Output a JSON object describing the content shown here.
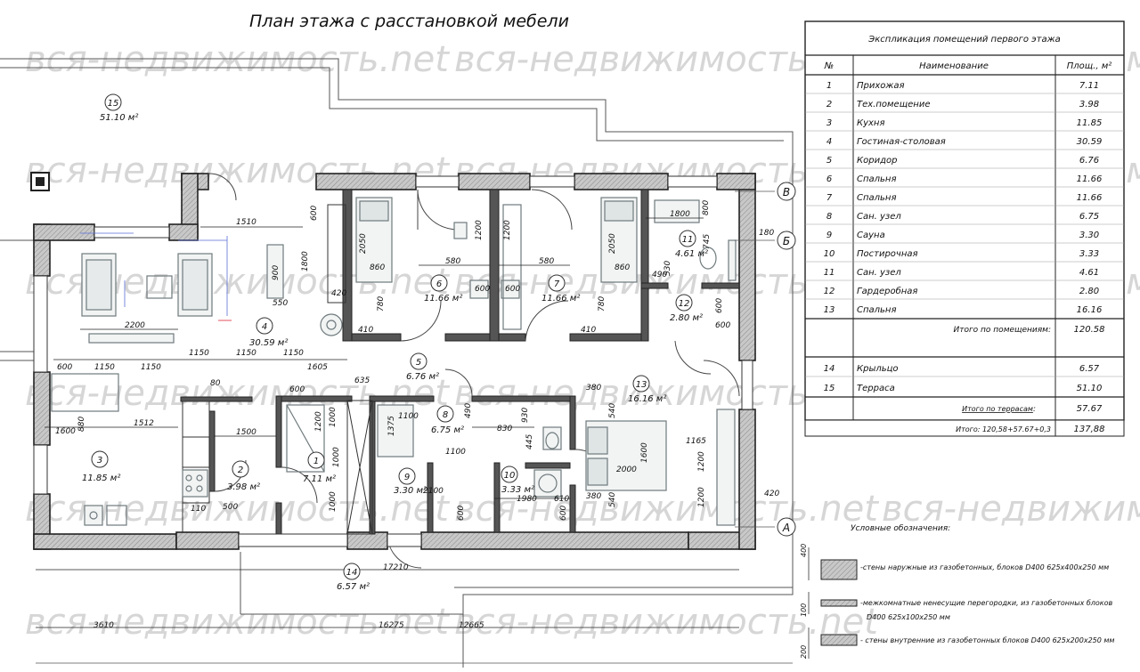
{
  "title": "План этажа с расстановкой мебели",
  "watermark": "вся-недвижимость.net",
  "axes": {
    "a": "A",
    "b": "Б",
    "v": "В"
  },
  "rooms": [
    {
      "num": "1",
      "area": "7.11 м²"
    },
    {
      "num": "2",
      "area": "3.98 м²"
    },
    {
      "num": "3",
      "area": "11.85 м²"
    },
    {
      "num": "4",
      "area": "30.59 м²"
    },
    {
      "num": "5",
      "area": "6.76 м²"
    },
    {
      "num": "6",
      "area": "11.66 м²"
    },
    {
      "num": "7",
      "area": "11.66 м²"
    },
    {
      "num": "8",
      "area": "6.75 м²"
    },
    {
      "num": "9",
      "area": "3.30 м²"
    },
    {
      "num": "10",
      "area": "3.33 м²"
    },
    {
      "num": "11",
      "area": "4.61 м²"
    },
    {
      "num": "12",
      "area": "2.80 м²"
    },
    {
      "num": "13",
      "area": "16.16 м²"
    },
    {
      "num": "14",
      "area": "6.57 м²"
    },
    {
      "num": "15",
      "area": "51.10 м²"
    }
  ],
  "dims": {
    "d1510": "1510",
    "d600": "600",
    "d1800": "1800",
    "d2050": "2050",
    "d860": "860",
    "d1200": "1200",
    "d580": "580",
    "d780": "780",
    "d410": "410",
    "d420": "420",
    "d900": "900",
    "d550": "550",
    "d2200": "2200",
    "d1150": "1150",
    "d1605": "1605",
    "d635": "635",
    "d80": "80",
    "d1512": "1512",
    "d1600": "1600",
    "d880": "880",
    "d1500": "1500",
    "d1000": "1000",
    "d110": "110",
    "d500": "500",
    "d1100": "1100",
    "d1375": "1375",
    "d490": "490",
    "d830": "830",
    "d930": "930",
    "d445": "445",
    "d2100": "2100",
    "d1980": "1980",
    "d610": "610",
    "d540": "540",
    "d380": "380",
    "d2000": "2000",
    "d1165": "1165",
    "d800": "800",
    "d745": "745",
    "d530": "530",
    "d180": "180",
    "d17210": "17210",
    "d3610": "3610",
    "d16275": "16275",
    "d12665": "12665",
    "d400": "400",
    "d100": "100",
    "d200": "200"
  },
  "explication": {
    "title": "Экспликация помещений первого этажа",
    "col_num": "№",
    "col_name": "Наименование",
    "col_area": "Площ., м²",
    "rows": [
      {
        "n": "1",
        "name": "Прихожая",
        "area": "7.11"
      },
      {
        "n": "2",
        "name": "Тех.помещение",
        "area": "3.98"
      },
      {
        "n": "3",
        "name": "Кухня",
        "area": "11.85"
      },
      {
        "n": "4",
        "name": "Гостиная-столовая",
        "area": "30.59"
      },
      {
        "n": "5",
        "name": "Коридор",
        "area": "6.76"
      },
      {
        "n": "6",
        "name": "Спальня",
        "area": "11.66"
      },
      {
        "n": "7",
        "name": "Спальня",
        "area": "11.66"
      },
      {
        "n": "8",
        "name": "Сан. узел",
        "area": "6.75"
      },
      {
        "n": "9",
        "name": "Сауна",
        "area": "3.30"
      },
      {
        "n": "10",
        "name": "Постирочная",
        "area": "3.33"
      },
      {
        "n": "11",
        "name": "Сан. узел",
        "area": "4.61"
      },
      {
        "n": "12",
        "name": "Гардеробная",
        "area": "2.80"
      },
      {
        "n": "13",
        "name": "Спальня",
        "area": "16.16"
      }
    ],
    "total_rooms_label": "Итого по помещениям:",
    "total_rooms": "120.58",
    "rows2": [
      {
        "n": "14",
        "name": "Крыльцо",
        "area": "6.57"
      },
      {
        "n": "15",
        "name": "Терраса",
        "area": "51.10"
      }
    ],
    "total_terrace_label": "Итого по террасам",
    "total_terrace_colon": ":",
    "total_terrace": "57.67",
    "grand_label": "Итого: 120,58+57.67+0,3",
    "grand_total": "137,88"
  },
  "legend": {
    "title": "Условные обозначения:",
    "items": [
      "-стены наружные из газобетонных, блоков D400 625х400х250 мм",
      "-межкомнатные ненесущие перегородки, из газобетонных блоков",
      "D400 625х100х250 мм",
      "- стены внутренние из газобетонных блоков D400 625х200х250 мм"
    ]
  },
  "colors": {
    "wall": "#2b2b2b",
    "wall_fill": "#bdbdbd",
    "furniture": "#9aa3a6",
    "blue_dim": "#5a6ed6",
    "ink": "#111111"
  }
}
